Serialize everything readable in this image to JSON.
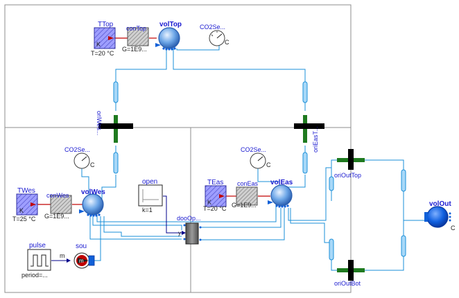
{
  "diagram": {
    "colors": {
      "wire": "#1a8fd8",
      "port": "#1060d8",
      "label_blue": "#1a1ad0",
      "heat": "#c00000",
      "frame": "#808080",
      "orifice_bar": "#1f7a1f",
      "boundary_fill": "#8a8aff"
    },
    "labels": {
      "TTop": "TTop",
      "TTop_param": "T=20 °C",
      "conTop": "conTop",
      "conTop_param": "G=1E9...",
      "volTop": "volTop",
      "co2Top": "CO2Se...",
      "oriWes": "oriWes...",
      "oriEasT": "oriEasT...",
      "co2Wes": "CO2Se...",
      "co2Eas": "CO2Se...",
      "TWes": "TWes",
      "TWes_param": "T=25 °C",
      "conWes": "conWes",
      "conWes_param": "G=1E9...",
      "volWes": "volWes",
      "open": "open",
      "open_param": "k=1",
      "dooOp": "dooOp...",
      "TEas": "TEas",
      "TEas_param": "T=20 °C",
      "conEas": "conEas",
      "conEas_param": "G=1E9...",
      "volEas": "volEas",
      "pulse": "pulse",
      "pulse_param": "period=...",
      "sou": "sou",
      "sou_m": "m",
      "oriOutTop": "oriOutTop",
      "oriOutBot": "oriOutBot",
      "volOut": "volOut",
      "unit_K": "K",
      "unit_C": "C",
      "door_y": "y",
      "sou_letter": "m"
    }
  }
}
